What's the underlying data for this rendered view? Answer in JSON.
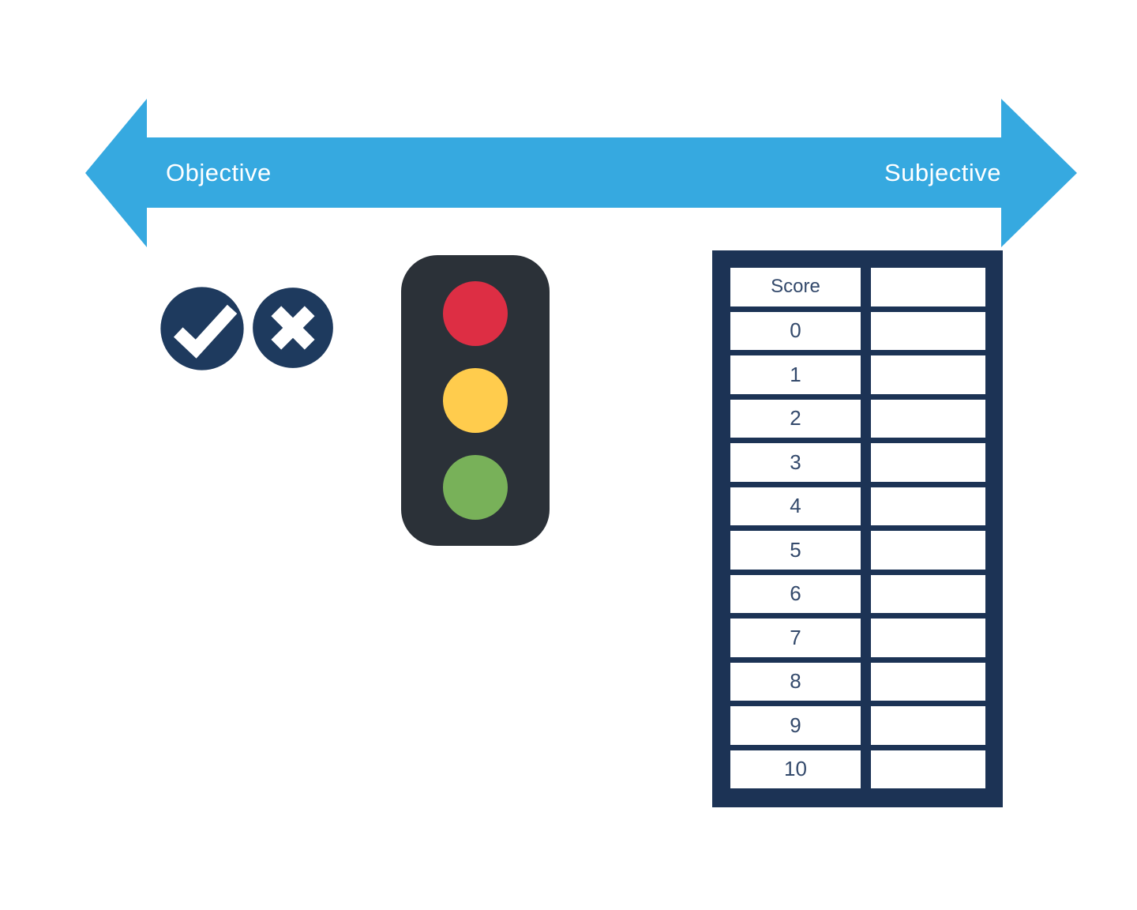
{
  "spectrum_arrow": {
    "left_label": "Objective",
    "right_label": "Subjective",
    "color": "#36a9e0",
    "text_color": "#ffffff"
  },
  "verdict_icons": {
    "circle_color": "#1e3a5e",
    "glyph_color": "#ffffff",
    "items": [
      {
        "name": "check"
      },
      {
        "name": "cross"
      }
    ]
  },
  "traffic_light": {
    "body_color": "#2b3138",
    "lights": [
      {
        "name": "red",
        "color": "#dd2e44"
      },
      {
        "name": "yellow",
        "color": "#ffcc4d"
      },
      {
        "name": "green",
        "color": "#78b159"
      }
    ]
  },
  "score_table": {
    "panel_color": "#1c3355",
    "text_color": "#33496b",
    "header": "Score",
    "scores": [
      "0",
      "1",
      "2",
      "3",
      "4",
      "5",
      "6",
      "7",
      "8",
      "9",
      "10"
    ],
    "values": [
      "",
      "",
      "",
      "",
      "",
      "",
      "",
      "",
      "",
      "",
      ""
    ]
  }
}
